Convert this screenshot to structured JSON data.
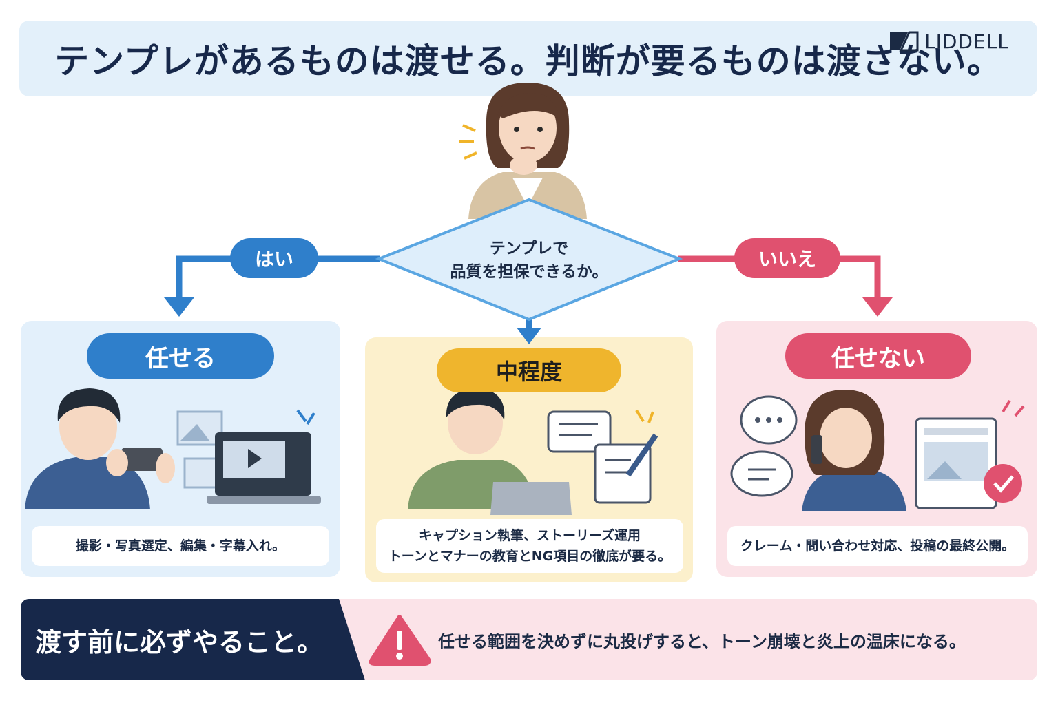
{
  "title": "テンプレがあるものは渡せる。判断が要るものは渡さない。",
  "logo": {
    "text": "LIDDELL",
    "icon": "liddell-logo-icon"
  },
  "question": {
    "line1": "テンプレで",
    "line2": "品質を担保できるか。"
  },
  "branches": {
    "yes_label": "はい",
    "no_label": "いいえ"
  },
  "columns": {
    "delegate": {
      "heading": "任せる",
      "description": "撮影・写真選定、編集・字幕入れ。",
      "color": "#2f7fcb",
      "illustration": "man-filming-with-phone-and-laptop-video-editor"
    },
    "moderate": {
      "heading": "中程度",
      "description_line1": "キャプション執筆、ストーリーズ運用",
      "description_line2": "トーンとマナーの教育とNG項目の徹底が要る。",
      "color": "#efb52d",
      "illustration": "man-writing-on-laptop-with-chat-bubble-and-notepad"
    },
    "keep": {
      "heading": "任せない",
      "description": "クレーム・問い合わせ対応、投稿の最終公開。",
      "color": "#e0516f",
      "illustration": "woman-on-phone-with-speech-bubbles-and-approved-post"
    }
  },
  "bottom": {
    "title": "渡す前に必ずやること。",
    "warning_icon": "warning-triangle-icon",
    "warning": "任せる範囲を決めずに丸投げすると、トーン崩壊と炎上の温床になる。"
  },
  "colors": {
    "navy": "#17284a",
    "blue": "#2f7fcb",
    "yellow": "#efb52d",
    "red": "#e0516f"
  }
}
